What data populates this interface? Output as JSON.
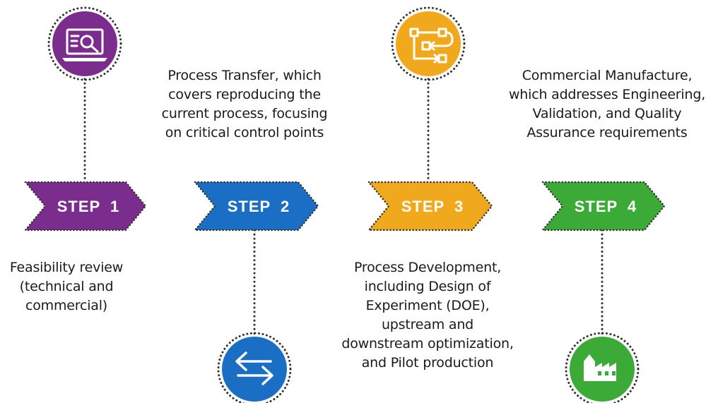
{
  "steps": [
    {
      "label": "STEP  1",
      "color": "#7b2d8e",
      "icon": "laptop-search-icon",
      "description": "Feasibility review (technical and commercial)",
      "description_lines": [
        "Feasibility review",
        "(technical and",
        "commercial)"
      ]
    },
    {
      "label": "STEP  2",
      "color": "#1a6fc4",
      "icon": "transfer-arrows-icon",
      "description": "Process Transfer, which covers reproducing the current process, focusing on critical control points",
      "description_lines": [
        "Process Transfer, which",
        "covers reproducing the",
        "current process, focusing",
        "on critical control points"
      ]
    },
    {
      "label": "STEP  3",
      "color": "#f0a81d",
      "icon": "process-flow-icon",
      "description": "Process Development, including Design of Experiment (DOE), upstream and downstream optimization, and Pilot production",
      "description_lines": [
        "Process Development,",
        "including Design of",
        "Experiment (DOE),",
        "upstream and",
        "downstream optimization,",
        "and Pilot production"
      ]
    },
    {
      "label": "STEP  4",
      "color": "#3caa36",
      "icon": "factory-icon",
      "description": "Commercial Manufacture, which addresses Engineering, Validation, and Quality Assurance requirements",
      "description_lines": [
        "Commercial Manufacture,",
        "which addresses Engineering,",
        "Validation, and Quality",
        "Assurance requirements"
      ]
    }
  ]
}
